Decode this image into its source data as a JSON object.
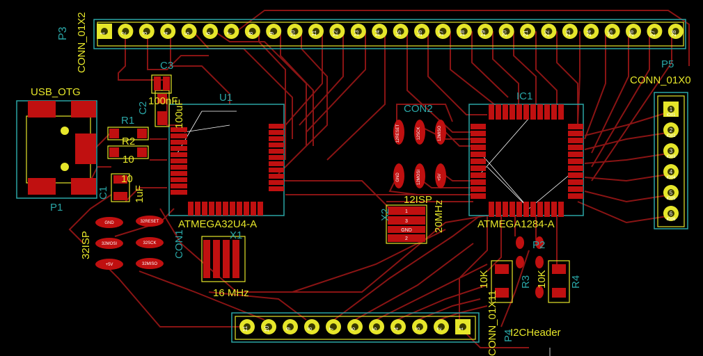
{
  "colors": {
    "background": "#000000",
    "copper": "#8a1414",
    "pad": "#c01010",
    "silkscreen": "#e6e62a",
    "courtyard": "#2aa6a6",
    "pad_text": "#ffffff",
    "drill": "#c8c800"
  },
  "labels": {
    "p3_ref": "P3",
    "p3_value": "CONN_01X2",
    "p5_ref": "P5",
    "p5_value": "CONN_01X0",
    "p4_ref": "P4",
    "p4_value": "CONN_01X11",
    "i2c_header": "I2CHeader",
    "usb_otg": "USB_OTG",
    "p1_ref": "P1",
    "r1": "R1",
    "r2": "R2",
    "r2_val": "10",
    "r1_val": "10",
    "c1": "C1",
    "c1_val": "1uF",
    "c2": "C2",
    "c2_val": "100uF",
    "c3": "C3",
    "c3_val": "100nF",
    "u1": "U1",
    "u1_val": "ATMEGA32U4-A",
    "ic1": "IC1",
    "ic1_val": "ATMEGA1284-A",
    "con1": "CON1",
    "con1_val": "32ISP",
    "con2": "CON2",
    "con2_val": "12ISP",
    "x1": "X1",
    "x1_val": "16 MHz",
    "x2": "X2",
    "x2_val": "20MHz",
    "r3": "R3",
    "r3_val": "10K",
    "r4": "R4",
    "r4_val": "10K",
    "p2_ref": "P2"
  },
  "p3_pins": [
    "1",
    "2",
    "3",
    "4",
    "5",
    "6",
    "7",
    "8",
    "9",
    "10",
    "11",
    "12",
    "13",
    "14",
    "15",
    "16",
    "17",
    "18",
    "19",
    "20",
    "21",
    "22",
    "23",
    "24",
    "25",
    "26",
    "27",
    "28"
  ],
  "p5_pins": [
    "1",
    "2",
    "3",
    "4",
    "5",
    "6"
  ],
  "p5_nets": [
    "IO01",
    "IO02",
    "IO03",
    "IO04",
    "IO05",
    "IO06"
  ],
  "p4_pins": [
    "11",
    "10",
    "9",
    "8",
    "7",
    "6",
    "5",
    "4",
    "3",
    "2",
    "1"
  ],
  "isp1_nets": [
    "GND",
    "32MOSI",
    "+5V",
    "32RESET",
    "32SCK",
    "32MISO"
  ],
  "isp2_nets": [
    "12RESET",
    "12SCK",
    "12MISO",
    "GND",
    "12MOSI",
    "+5V"
  ],
  "x2_pins": [
    "1",
    "3",
    "GND",
    "2"
  ]
}
